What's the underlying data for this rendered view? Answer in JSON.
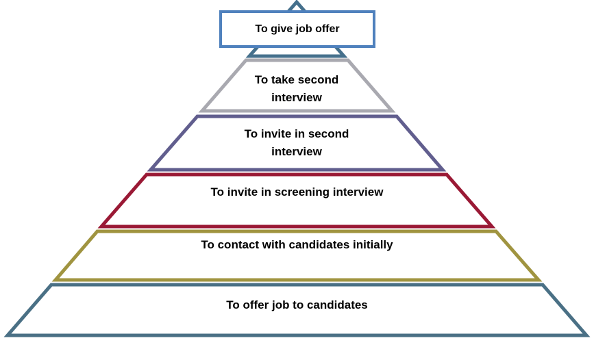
{
  "diagram": {
    "type": "pyramid",
    "levels": [
      {
        "label": "To give job offer",
        "shape_color": "#45708C"
      },
      {
        "label": "To take second interview",
        "shape_color": "#A9A9B0"
      },
      {
        "label": "To invite in second interview",
        "shape_color": "#615E8E"
      },
      {
        "label": "To invite in screening interview",
        "shape_color": "#9A1935"
      },
      {
        "label": "To contact with candidates initially",
        "shape_color": "#A09440"
      },
      {
        "label": "To offer job to candidates",
        "shape_color": "#4A7085"
      }
    ],
    "callout": {
      "border_color": "#4F81BD",
      "fill_color": "#FFFFFF"
    },
    "text_color": "#000000",
    "background_color": "#FFFFFF"
  }
}
